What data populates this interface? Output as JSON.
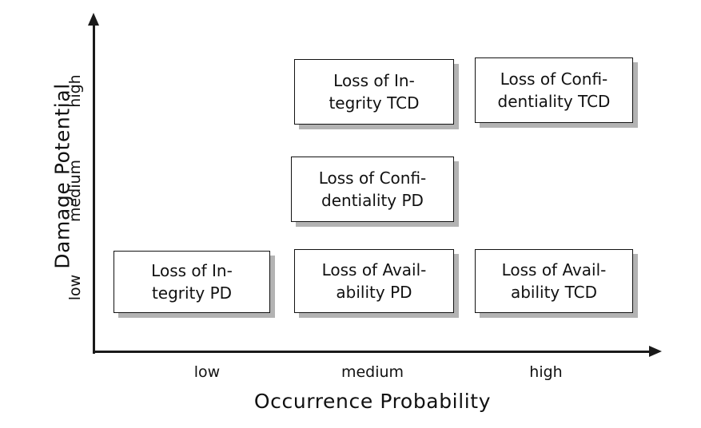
{
  "chart_data": {
    "type": "table",
    "title": "",
    "xlabel": "Occurrence Probability",
    "ylabel": "Damage Potential",
    "x_categories": [
      "low",
      "medium",
      "high"
    ],
    "y_categories": [
      "low",
      "medium",
      "high"
    ],
    "grid": false,
    "legend": "none",
    "cells": [
      {
        "x": "medium",
        "y": "high",
        "label": "Loss of In-\ntegrity TCD"
      },
      {
        "x": "high",
        "y": "high",
        "label": "Loss of Confi-\ndentiality TCD"
      },
      {
        "x": "medium",
        "y": "medium",
        "label": "Loss of Confi-\ndentiality PD"
      },
      {
        "x": "low",
        "y": "low",
        "label": "Loss of In-\ntegrity PD"
      },
      {
        "x": "medium",
        "y": "low",
        "label": "Loss of Avail-\nability PD"
      },
      {
        "x": "high",
        "y": "low",
        "label": "Loss of Avail-\nability TCD"
      }
    ]
  },
  "axes": {
    "y_title": "Damage Potential",
    "x_title": "Occurrence Probability",
    "y_ticks": {
      "high": "high",
      "medium": "medium",
      "low": "low"
    },
    "x_ticks": {
      "low": "low",
      "medium": "medium",
      "high": "high"
    }
  },
  "boxes": {
    "integrity_tcd": "Loss of In-\ntegrity TCD",
    "confidentiality_tcd": "Loss of Confi-\ndentiality TCD",
    "confidentiality_pd": "Loss of Confi-\ndentiality PD",
    "integrity_pd": "Loss of In-\ntegrity PD",
    "availability_pd": "Loss of Avail-\nability PD",
    "availability_tcd": "Loss of Avail-\nability TCD"
  },
  "colors": {
    "axis": "#1a1a1a",
    "box_border": "#121212",
    "box_fill": "#ffffff",
    "box_shadow": "#b3b3b3",
    "text": "#111111",
    "background": "#ffffff"
  }
}
